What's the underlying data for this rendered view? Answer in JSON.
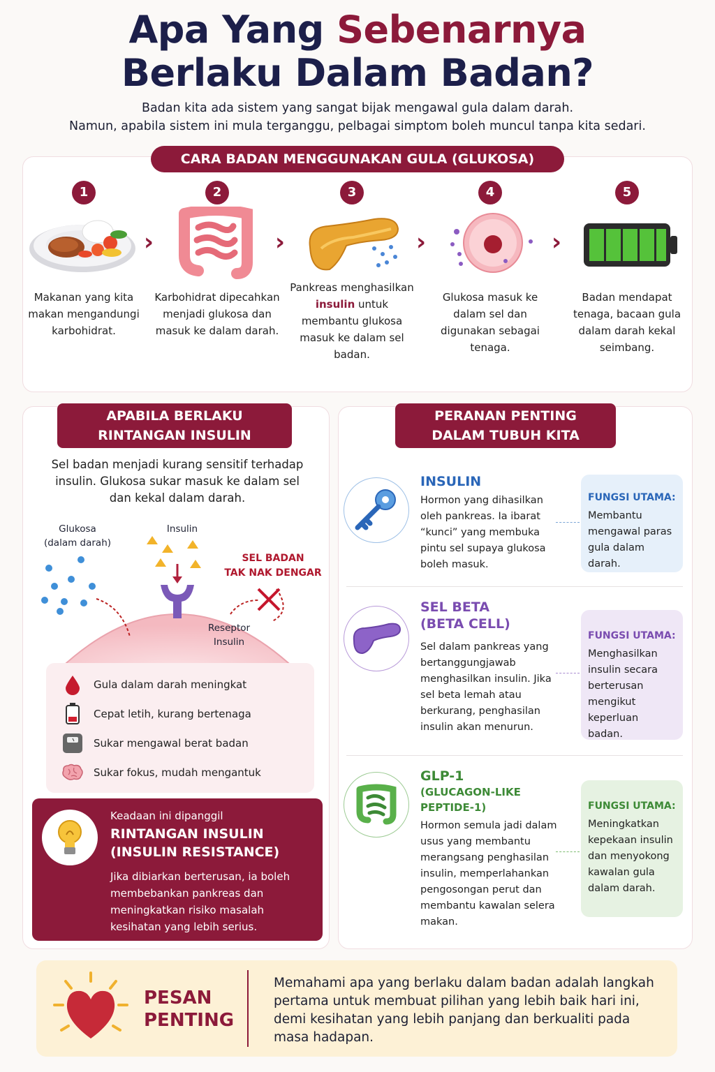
{
  "header": {
    "title_part1": "Apa Yang ",
    "title_accent": "Sebenarnya",
    "title_line2": "Berlaku Dalam Badan?",
    "subtitle_line1": "Badan kita ada sistem yang sangat bijak mengawal gula dalam darah.",
    "subtitle_line2": "Namun, apabila sistem ini mula terganggu, pelbagai simptom boleh muncul tanpa kita sedari."
  },
  "process": {
    "heading": "CARA BADAN MENGGUNAKAN GULA (GLUKOSA)",
    "steps": [
      {
        "num": "1",
        "icon": "meal-plate-icon",
        "text": "Makanan yang kita makan mengandungi karbohidrat."
      },
      {
        "num": "2",
        "icon": "intestine-icon",
        "text": "Karbohidrat dipecahkan menjadi glukosa dan masuk ke dalam darah."
      },
      {
        "num": "3",
        "icon": "pancreas-icon",
        "text_before": "Pankreas menghasilkan",
        "text_highlight": "insulin",
        "text_after": "untuk membantu glukosa masuk ke dalam sel badan."
      },
      {
        "num": "4",
        "icon": "cell-icon",
        "text": "Glukosa masuk ke dalam sel dan digunakan sebagai tenaga."
      },
      {
        "num": "5",
        "icon": "battery-full-icon",
        "text": "Badan mendapat tenaga, bacaan gula dalam darah kekal seimbang."
      }
    ]
  },
  "resistance": {
    "heading_line1": "APABILA BERLAKU",
    "heading_line2": "RINTANGAN INSULIN",
    "intro": "Sel badan menjadi kurang sensitif terhadap insulin. Glukosa sukar masuk ke dalam sel dan kekal dalam darah.",
    "label_glucose_line1": "Glukosa",
    "label_glucose_line2": "(dalam darah)",
    "label_insulin": "Insulin",
    "label_cell_line1": "SEL BADAN",
    "label_cell_line2": "TAK NAK DENGAR",
    "label_receptor_line1": "Reseptor",
    "label_receptor_line2": "Insulin",
    "symptoms": [
      {
        "icon": "blood-drop-icon",
        "text": "Gula dalam darah meningkat"
      },
      {
        "icon": "battery-low-icon",
        "text": "Cepat letih, kurang bertenaga"
      },
      {
        "icon": "weighing-scale-icon",
        "text": "Sukar mengawal berat badan"
      },
      {
        "icon": "brain-icon",
        "text": "Sukar fokus, mudah mengantuk"
      }
    ],
    "callout": {
      "icon": "lightbulb-icon",
      "pre": "Keadaan ini dipanggil",
      "title_line1": "RINTANGAN INSULIN",
      "title_line2": "(INSULIN RESISTANCE)",
      "text": "Jika dibiarkan berterusan, ia boleh membebankan pankreas dan meningkatkan risiko masalah kesihatan yang lebih serius."
    }
  },
  "roles": {
    "heading_line1": "PERANAN PENTING",
    "heading_line2": "DALAM TUBUH KITA",
    "function_label": "FUNGSI UTAMA:",
    "items": [
      {
        "icon": "key-icon",
        "title_line1": "INSULIN",
        "title_line2": "",
        "title_line3": "",
        "color": "#2a66b8",
        "text": "Hormon yang dihasilkan oleh pankreas. Ia ibarat “kunci” yang membuka pintu sel supaya glukosa boleh masuk.",
        "function": "Membantu mengawal paras gula dalam darah."
      },
      {
        "icon": "pancreas-purple-icon",
        "title_line1": "SEL BETA",
        "title_line2": "(BETA CELL)",
        "title_line3": "",
        "color": "#7a4cb0",
        "text": "Sel dalam pankreas yang bertanggungjawab menghasilkan insulin. Jika sel beta lemah atau berkurang, penghasilan insulin akan menurun.",
        "function": "Menghasilkan insulin secara berterusan mengikut keperluan badan."
      },
      {
        "icon": "intestine-green-icon",
        "title_line1": "GLP-1",
        "title_line2": "(GLUCAGON-LIKE",
        "title_line3": "PEPTIDE-1)",
        "color": "#3d8a36",
        "text": "Hormon semula jadi dalam usus yang membantu merangsang penghasilan insulin, memperlahankan pengosongan perut dan membantu kawalan selera makan.",
        "function": "Meningkatkan kepekaan insulin dan menyokong kawalan gula dalam darah."
      }
    ]
  },
  "message": {
    "icon": "heart-icon",
    "label_line1": "PESAN",
    "label_line2": "PENTING",
    "text": "Memahami apa yang berlaku dalam badan adalah langkah pertama untuk membuat pilihan yang lebih baik hari ini, demi kesihatan yang lebih panjang dan berkualiti pada masa hadapan."
  },
  "colors": {
    "brand": "#8c1a3a",
    "navy": "#1c1f4a",
    "insulin_blue": "#2a66b8",
    "beta_purple": "#7a4cb0",
    "glp_green": "#3d8a36"
  }
}
